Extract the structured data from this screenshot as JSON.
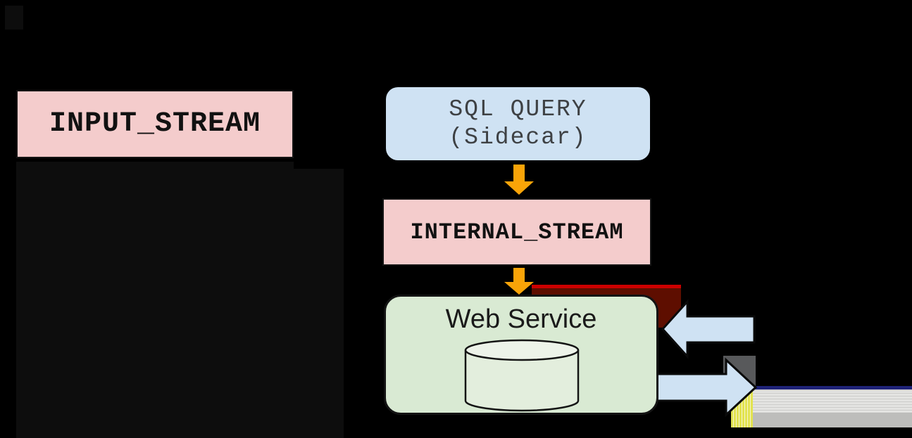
{
  "diagram": {
    "title": "stream-processing-architecture",
    "nodes": {
      "input_stream": {
        "label": "INPUT_STREAM",
        "fill": "#f4cccc",
        "shape": "rectangle"
      },
      "sql_query": {
        "line1": "SQL QUERY",
        "line2": "(Sidecar)",
        "fill": "#cfe2f3",
        "shape": "rounded-rectangle"
      },
      "internal_stream": {
        "label": "INTERNAL_STREAM",
        "fill": "#f4cccc",
        "shape": "rectangle"
      },
      "web_service": {
        "label": "Web Service",
        "fill": "#d9ead3",
        "shape": "rounded-rectangle",
        "icon": "database-cylinder-icon"
      }
    },
    "connectors": [
      {
        "type": "down-arrow",
        "from": "sql_query",
        "to": "internal_stream",
        "color": "#f9a408"
      },
      {
        "type": "down-arrow",
        "from": "internal_stream",
        "to": "web_service",
        "color": "#f9a408"
      },
      {
        "type": "left-block-arrow",
        "direction": "into web_service from right",
        "color": "#cfe2f3"
      },
      {
        "type": "right-block-arrow",
        "direction": "out of web_service to right",
        "color": "#cfe2f3"
      }
    ]
  },
  "colors": {
    "bg": "#000000",
    "panel": "#0d0d0d",
    "pink": "#f4cccc",
    "blue": "#cfe2f3",
    "green": "#d9ead3",
    "orange": "#f9a408",
    "maroon": "#5e0e00",
    "bright_red": "#cc0000",
    "arrow_blue": "#cfe2f3",
    "arrow_border": "#0a0a0a",
    "node_border": "#141414",
    "navy": "#1e2277",
    "grey_dark": "#58595b",
    "band_light": "#d8d8d6",
    "band_mid": "#bdbdbb",
    "yellow": "#e2e34f",
    "sql_text": "#3e4144",
    "text_black": "#111111",
    "cylinder_body": "#e3eedd",
    "cylinder_top": "#edf3e9"
  }
}
